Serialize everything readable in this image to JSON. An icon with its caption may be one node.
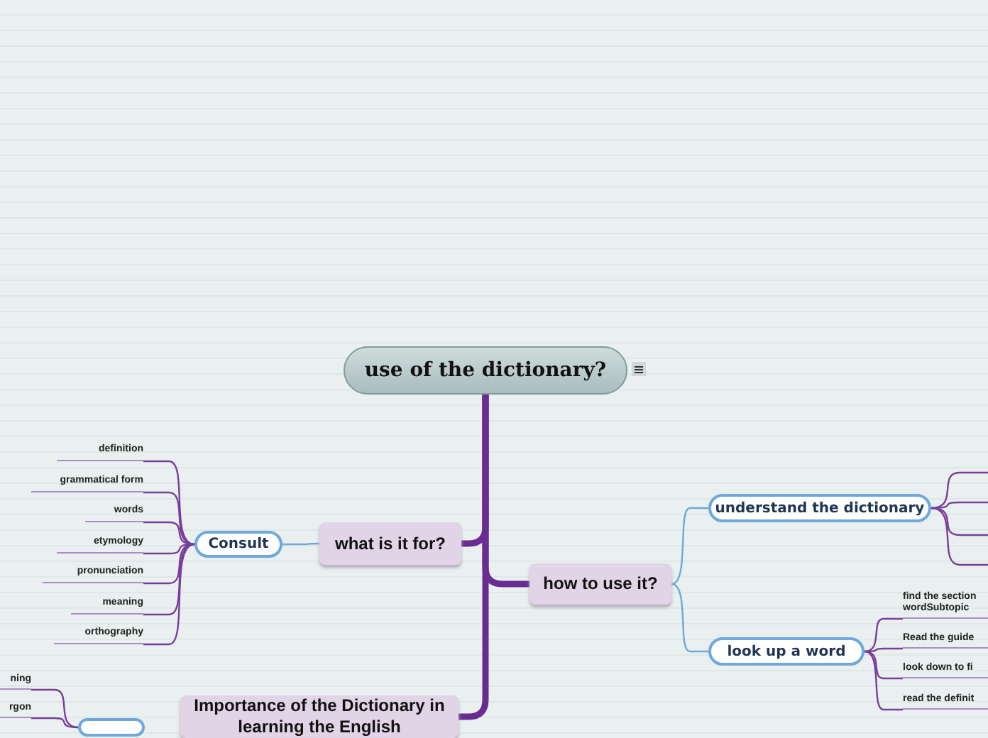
{
  "diagram": {
    "nodes": [
      {
        "text": [
          "use of the dictionary?"
        ]
      },
      {
        "text": [
          "what is it for?"
        ]
      },
      {
        "text": [
          "Consult"
        ]
      },
      {
        "text": [
          "definition"
        ]
      },
      {
        "text": [
          "grammatical form"
        ]
      },
      {
        "text": [
          "words"
        ]
      },
      {
        "text": [
          "etymology"
        ]
      },
      {
        "text": [
          "pronunciation"
        ]
      },
      {
        "text": [
          "meaning"
        ]
      },
      {
        "text": [
          "orthography"
        ]
      },
      {
        "text": [
          "how to use it?"
        ]
      },
      {
        "text": [
          "understand the dictionary"
        ]
      },
      {
        "text": [
          "look up a word"
        ]
      },
      {
        "text": [
          "find the section wordSubtopic"
        ]
      },
      {
        "text": [
          "Read the guide"
        ]
      },
      {
        "text": [
          "look down to fi"
        ]
      },
      {
        "text": [
          "read the definit"
        ]
      },
      {
        "text": [
          "Importance of the Dictionary in learning the English"
        ]
      },
      {
        "text": [],
        "shape": "box"
      },
      {
        "text": [
          "ning"
        ]
      },
      {
        "text": [
          "rgon"
        ]
      }
    ],
    "edges": [
      {
        "from": 0,
        "to": 1,
        "arrow": "none",
        "style": "thick"
      },
      {
        "from": 0,
        "to": 10,
        "arrow": "none",
        "style": "thick"
      },
      {
        "from": 0,
        "to": 17,
        "arrow": "none",
        "style": "thick"
      },
      {
        "from": 1,
        "to": 2,
        "arrow": "none",
        "color": "#6fa8dc"
      },
      {
        "from": 2,
        "to": 3,
        "arrow": "none"
      },
      {
        "from": 2,
        "to": 4,
        "arrow": "none"
      },
      {
        "from": 2,
        "to": 5,
        "arrow": "none"
      },
      {
        "from": 2,
        "to": 6,
        "arrow": "none"
      },
      {
        "from": 2,
        "to": 7,
        "arrow": "none"
      },
      {
        "from": 2,
        "to": 8,
        "arrow": "none"
      },
      {
        "from": 2,
        "to": 9,
        "arrow": "none"
      },
      {
        "from": 10,
        "to": 11,
        "arrow": "none",
        "color": "#6fa8dc"
      },
      {
        "from": 10,
        "to": 12,
        "arrow": "none",
        "color": "#6fa8dc"
      },
      {
        "from": 11,
        "to": null,
        "arrow": "none"
      },
      {
        "from": 11,
        "to": null,
        "arrow": "none"
      },
      {
        "from": 11,
        "to": null,
        "arrow": "none"
      },
      {
        "from": 11,
        "to": null,
        "arrow": "none"
      },
      {
        "from": 12,
        "to": 13,
        "arrow": "none"
      },
      {
        "from": 12,
        "to": 14,
        "arrow": "none"
      },
      {
        "from": 12,
        "to": 15,
        "arrow": "none"
      },
      {
        "from": 12,
        "to": 16,
        "arrow": "none"
      },
      {
        "from": 18,
        "to": 19,
        "arrow": "none"
      },
      {
        "from": 18,
        "to": 20,
        "arrow": "none"
      }
    ]
  }
}
